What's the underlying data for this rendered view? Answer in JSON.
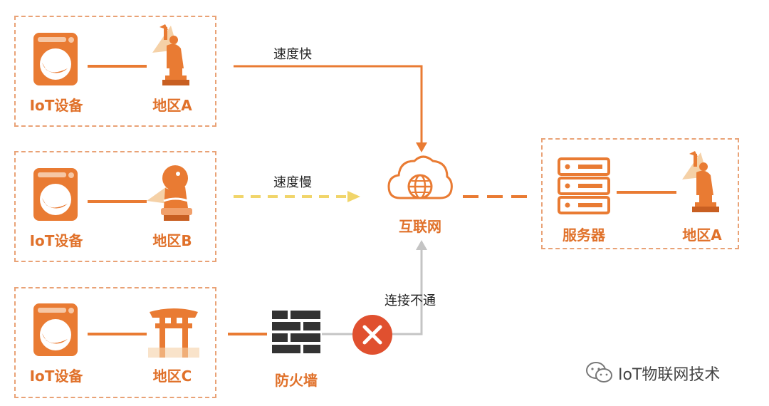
{
  "rows": [
    {
      "device_label": "IoT设备",
      "region_label": "地区A",
      "edge_label": "速度快"
    },
    {
      "device_label": "IoT设备",
      "region_label": "地区B",
      "edge_label": "速度慢"
    },
    {
      "device_label": "IoT设备",
      "region_label": "地区C",
      "edge_label": "连接不通"
    }
  ],
  "firewall_label": "防火墙",
  "internet_label": "互联网",
  "server_label": "服务器",
  "server_region_label": "地区A",
  "watermark": "IoT物联网技术",
  "colors": {
    "orange": "#e97b33",
    "yellow": "#f1d56a",
    "gray": "#c4c4c4",
    "red": "#e0502f"
  }
}
